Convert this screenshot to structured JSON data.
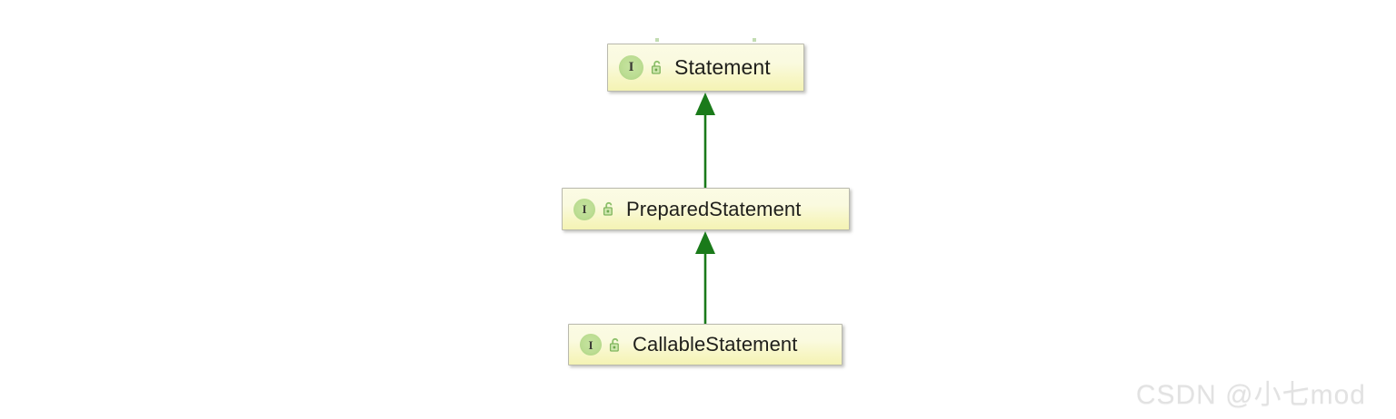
{
  "diagram": {
    "type": "uml-class-hierarchy",
    "title": "",
    "background_color": "#ffffff",
    "node_fill_top": "#fbfbe4",
    "node_fill_bottom": "#f4f3b4",
    "node_border_color": "#b9b9ad",
    "edge_color": "#1a7a1a",
    "label_color": "#20201c",
    "nodes": [
      {
        "id": "statement",
        "label": "Statement",
        "stereotype_icon": "interface-icon",
        "stereotype_letter": "I",
        "visibility_icon": "open-padlock-icon",
        "visibility": "public"
      },
      {
        "id": "prepared-statement",
        "label": "PreparedStatement",
        "stereotype_icon": "interface-icon",
        "stereotype_letter": "I",
        "visibility_icon": "open-padlock-icon",
        "visibility": "public"
      },
      {
        "id": "callable-statement",
        "label": "CallableStatement",
        "stereotype_icon": "interface-icon",
        "stereotype_letter": "I",
        "visibility_icon": "open-padlock-icon",
        "visibility": "public"
      }
    ],
    "edges": [
      {
        "id": "edge-prepared-to-statement",
        "from": "prepared-statement",
        "to": "statement",
        "kind": "generalization",
        "direction": "up"
      },
      {
        "id": "edge-callable-to-prepared",
        "from": "callable-statement",
        "to": "prepared-statement",
        "kind": "generalization",
        "direction": "up"
      }
    ]
  },
  "watermark": {
    "text": "CSDN @小七mod",
    "color": "#e2e2e2"
  }
}
